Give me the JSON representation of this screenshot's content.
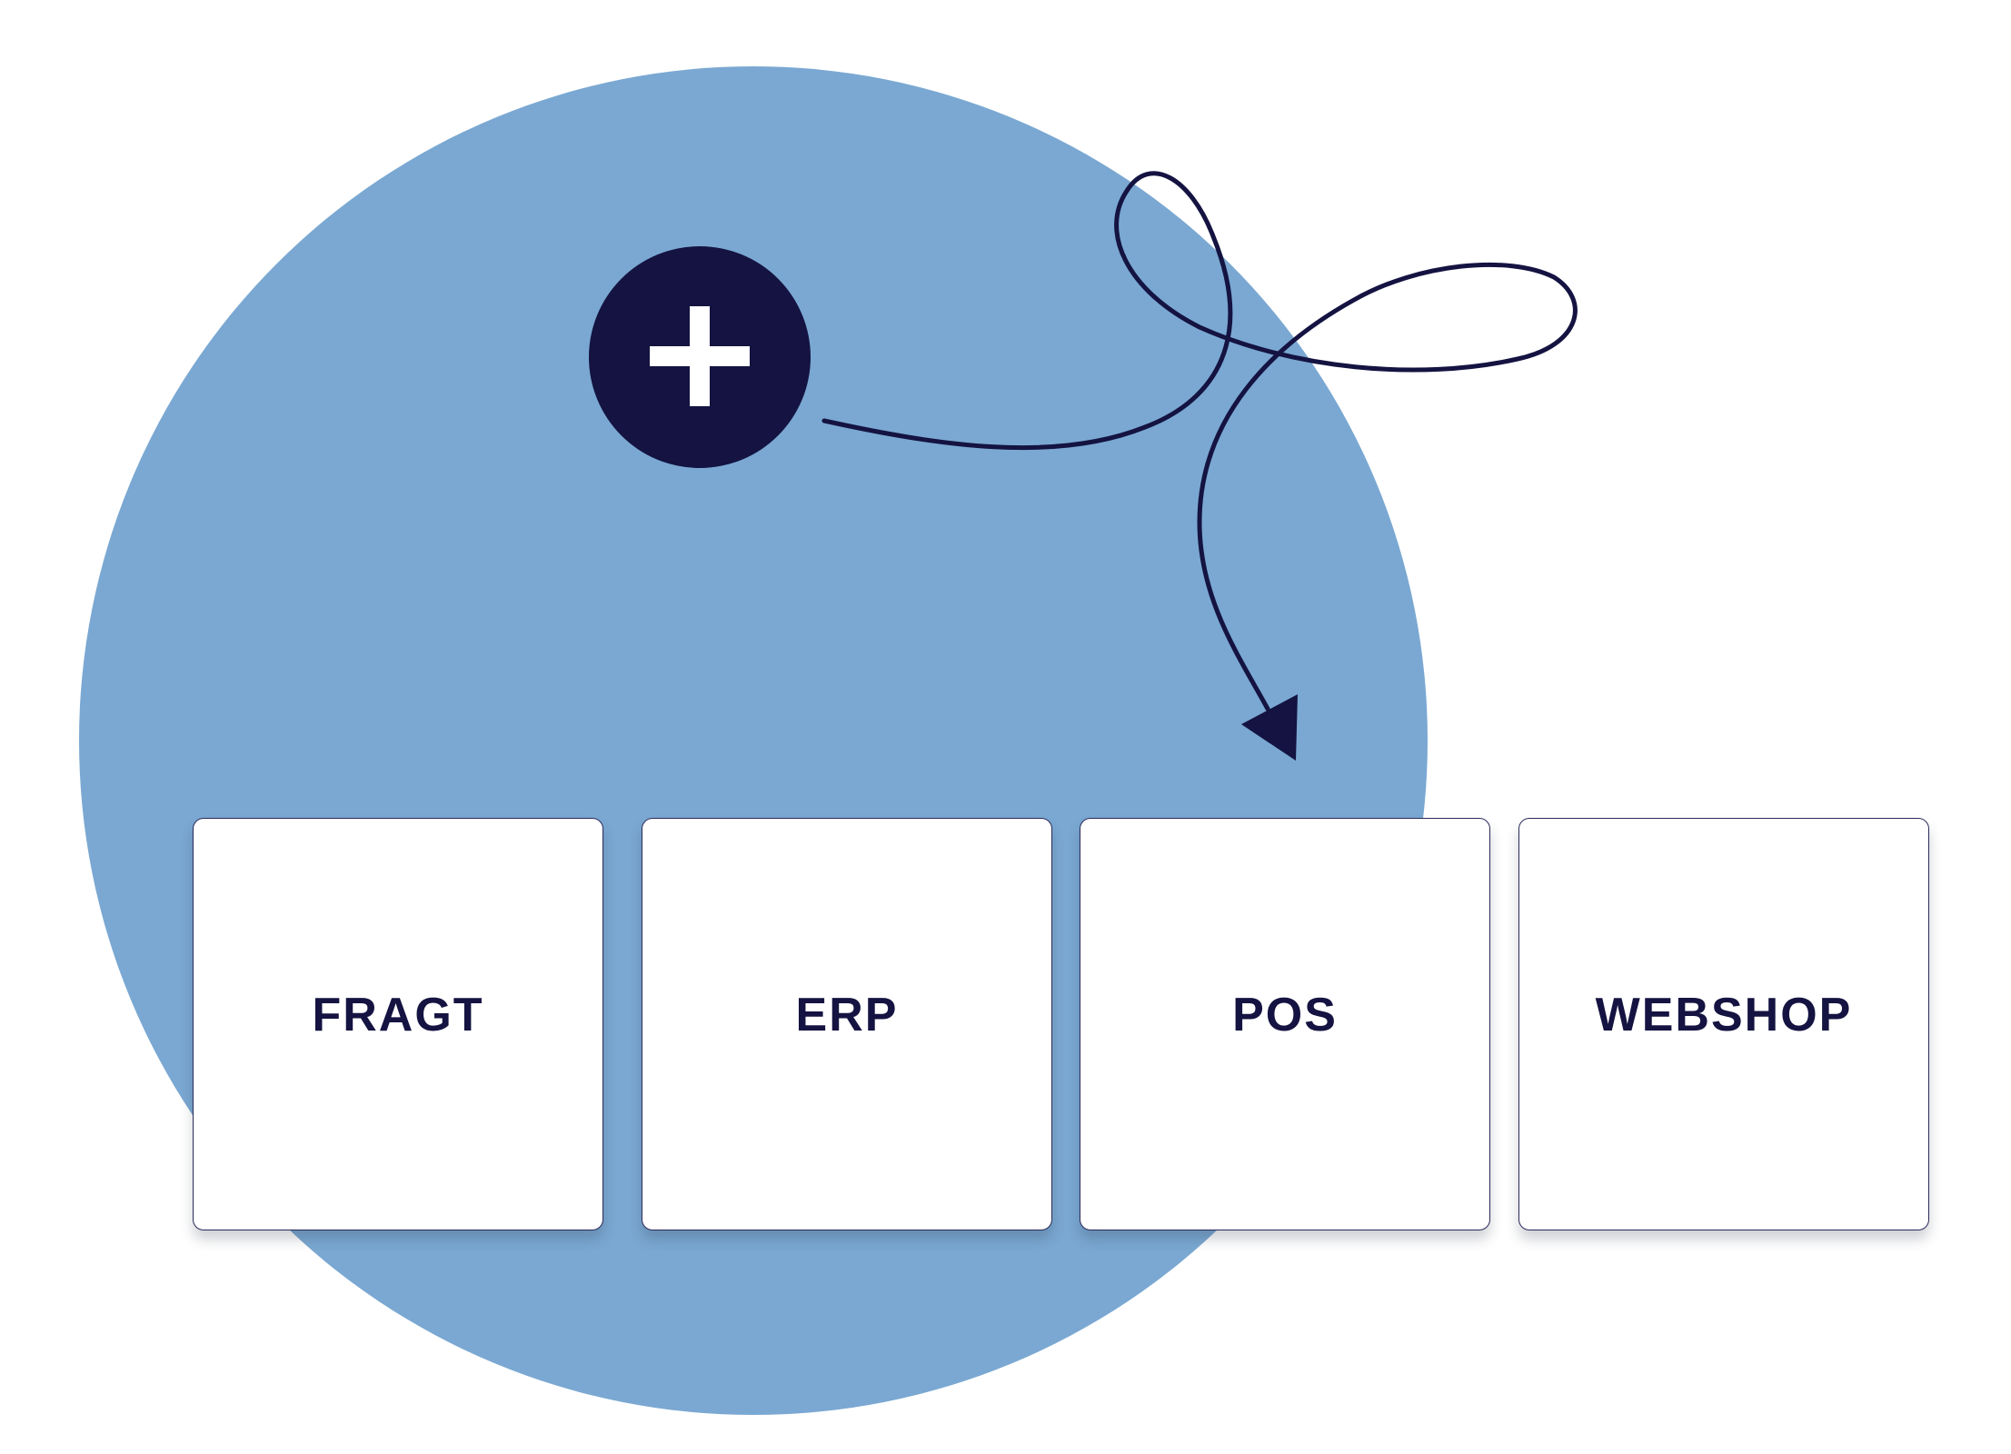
{
  "diagram": {
    "add_badge": {
      "icon": "plus-icon"
    },
    "connector": {
      "style": "looping-arrow",
      "arrowhead": "triangle"
    },
    "cards": [
      {
        "label": "FRAGT"
      },
      {
        "label": "ERP"
      },
      {
        "label": "POS"
      },
      {
        "label": "WEBSHOP"
      }
    ]
  },
  "colors": {
    "circle": "#7aa8d2",
    "navy": "#141341",
    "card_bg": "#ffffff",
    "background": "#ffffff"
  }
}
